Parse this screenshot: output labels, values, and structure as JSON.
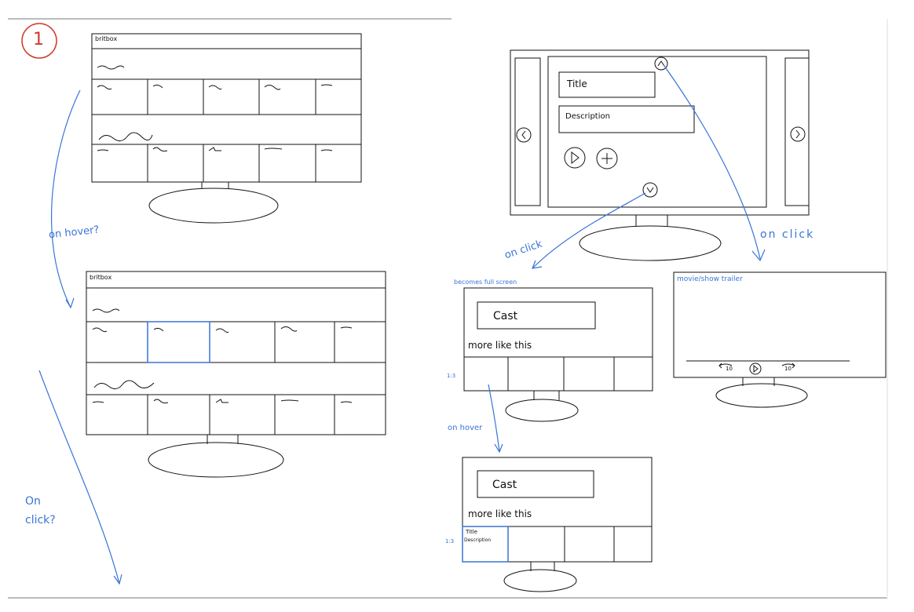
{
  "page_number": "1",
  "browse_wireframe": {
    "brand": "britbox"
  },
  "hover_wireframe": {
    "brand": "britbox"
  },
  "detail_wireframe": {
    "title_box": "Title",
    "description_box": "Description"
  },
  "cast_wireframe": {
    "cast_box": "Cast",
    "more_like_this": "more like this",
    "aspect_note": "1:3"
  },
  "cast_hover_wireframe": {
    "cast_box": "Cast",
    "more_like_this": "more like this",
    "aspect_note": "1:3",
    "tile_title": "Title",
    "tile_description": "Description"
  },
  "trailer_wireframe": {
    "header": "movie/show trailer",
    "rewind_label": "10",
    "forward_label": "10"
  },
  "annotations": {
    "on_hover_1": "on hover?",
    "on_click_1_line1": "On",
    "on_click_1_line2": "click?",
    "on_click_down": "on click",
    "becomes_full_screen": "becomes full screen",
    "on_click_up": "on click",
    "on_hover_2": "on hover"
  },
  "colors": {
    "ink": "#111111",
    "annotation_blue": "#3a74d6",
    "page_number_red": "#d23a2a"
  }
}
